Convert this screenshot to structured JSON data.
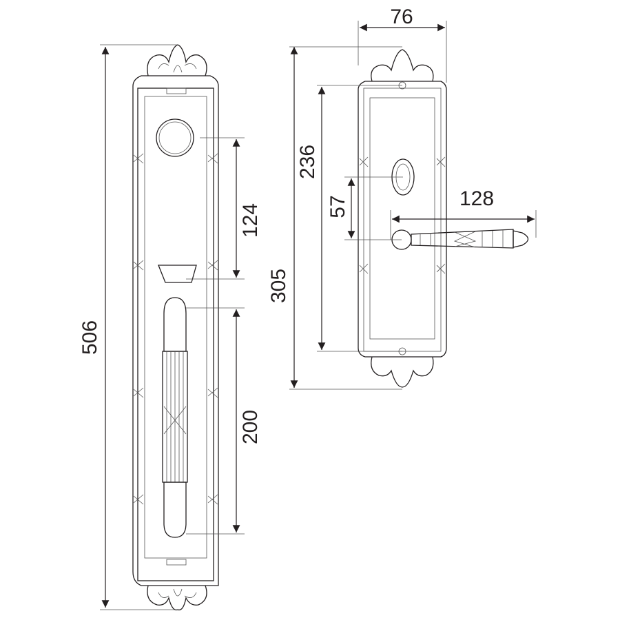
{
  "drawing": {
    "front_plate": {
      "dimensions": {
        "overall_height": "506",
        "key_to_thumb": "124",
        "handle_centers": "200"
      }
    },
    "side_plate": {
      "dimensions": {
        "width": "76",
        "fixing_centers": "236",
        "overall_height": "305",
        "key_to_lever": "57",
        "lever_length": "128"
      }
    },
    "colors": {
      "line": "#231f20",
      "background": "#ffffff"
    }
  }
}
